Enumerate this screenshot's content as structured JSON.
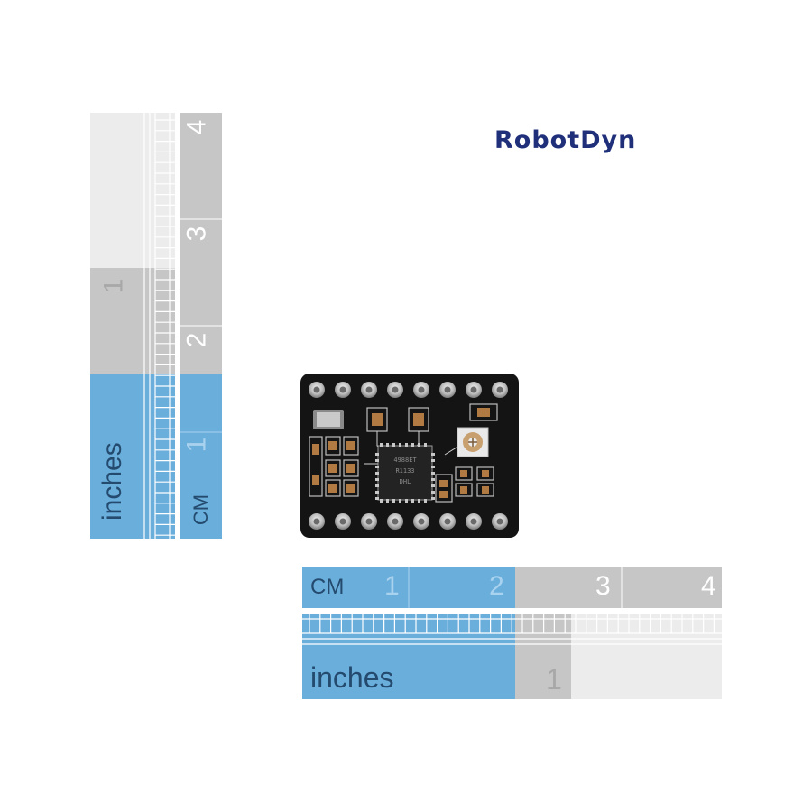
{
  "brand": {
    "name": "RobotDyn"
  },
  "vertical_ruler": {
    "cm_label": "CM",
    "inches_label": "inches",
    "cm_numbers": [
      "1",
      "2",
      "3",
      "4"
    ],
    "inch_numbers": [
      "1"
    ]
  },
  "horizontal_ruler": {
    "cm_label": "CM",
    "inches_label": "inches",
    "cm_numbers": [
      "1",
      "2",
      "3",
      "4"
    ],
    "inch_numbers": [
      "1"
    ]
  },
  "board": {
    "chip_text": [
      "4988ET",
      "R1133",
      "DHL"
    ]
  },
  "colors": {
    "ruler_blue": "#6aaedc",
    "ruler_blue_dark": "#5fa3d3",
    "ruler_grey": "#c6c6c6",
    "ruler_light": "#ececec",
    "brand": "#1f2f7a",
    "pcb": "#141414"
  }
}
